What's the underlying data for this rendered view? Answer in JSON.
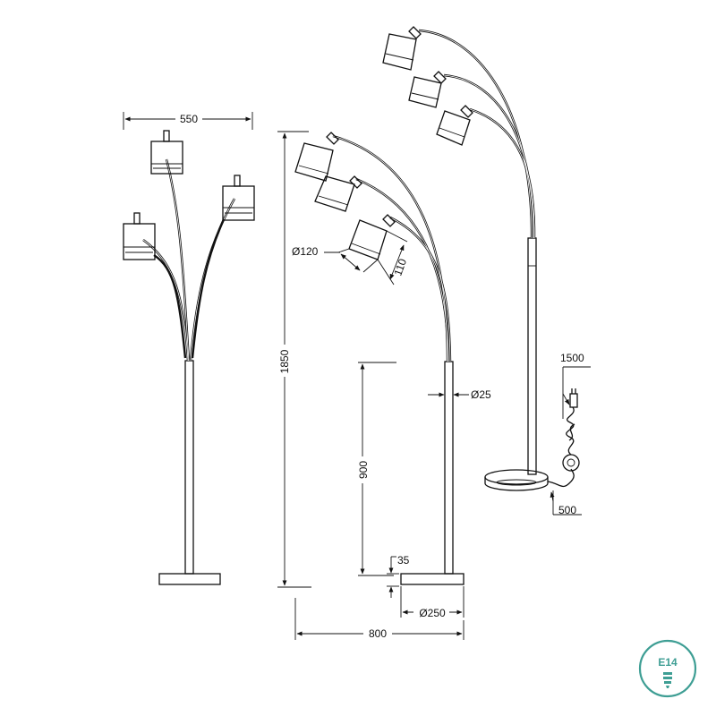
{
  "dimensions": {
    "width": "550",
    "height_total": "1850",
    "shade_diameter": "Ø120",
    "shade_height": "110",
    "pole_diameter": "Ø25",
    "switch_height": "900",
    "base_height": "35",
    "base_diameter": "Ø250",
    "depth": "800",
    "cable_length": "1500",
    "switch_cable": "500"
  },
  "badge": {
    "label": "E14",
    "icon": "bulb-icon",
    "color": "#3e9e94"
  }
}
